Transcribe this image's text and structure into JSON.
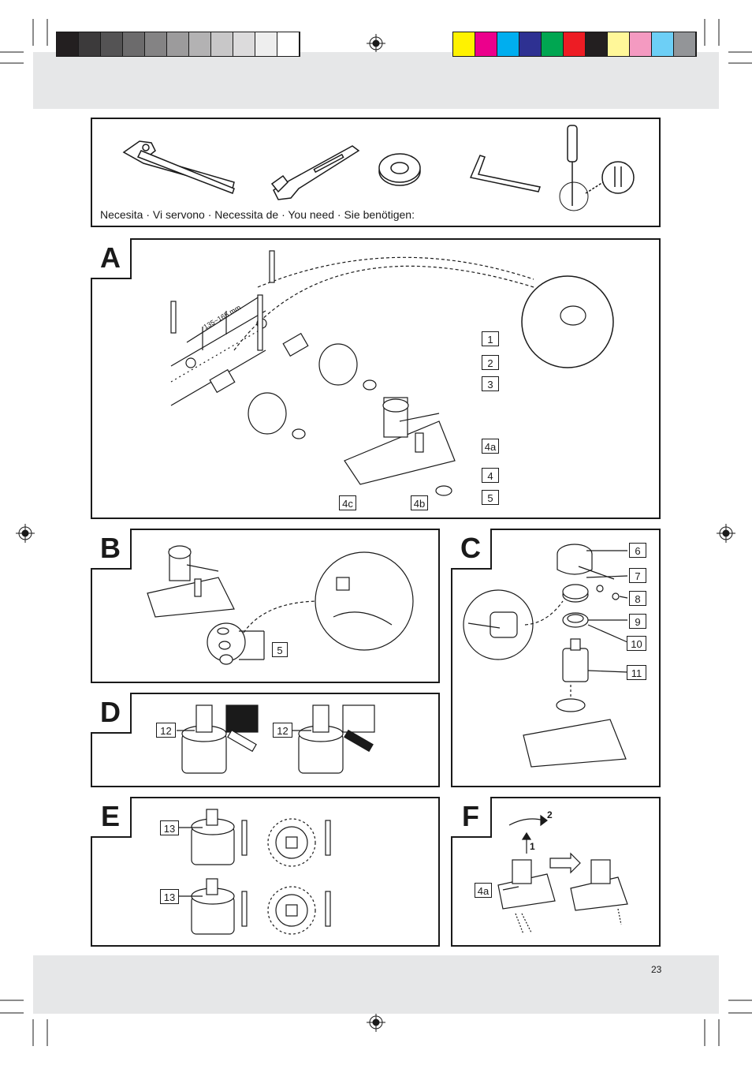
{
  "tools": {
    "need_text": "Necesita · Vi servono · Necessita de · You need · Sie benötigen:",
    "items": [
      "pliers-icon",
      "wrench-icon",
      "ptfe-tape-icon",
      "hex-key-icon",
      "screwdriver-icon"
    ]
  },
  "panels": [
    {
      "letter": "A",
      "labels": [
        {
          "t": "1"
        },
        {
          "t": "2"
        },
        {
          "t": "3"
        },
        {
          "t": "4a"
        },
        {
          "t": "4"
        },
        {
          "t": "5"
        },
        {
          "t": "4c"
        },
        {
          "t": "4b"
        }
      ],
      "measure": "135~165 mm"
    },
    {
      "letter": "B",
      "labels": [
        {
          "t": "5"
        }
      ]
    },
    {
      "letter": "C",
      "labels": [
        {
          "t": "6"
        },
        {
          "t": "7"
        },
        {
          "t": "8"
        },
        {
          "t": "9"
        },
        {
          "t": "10"
        },
        {
          "t": "11"
        }
      ]
    },
    {
      "letter": "D",
      "labels": [
        {
          "t": "12"
        },
        {
          "t": "12"
        }
      ]
    },
    {
      "letter": "E",
      "labels": [
        {
          "t": "13"
        },
        {
          "t": "13"
        }
      ]
    },
    {
      "letter": "F",
      "labels": [
        {
          "t": "4a"
        }
      ],
      "steps": [
        "1",
        "2"
      ]
    }
  ],
  "page_number": "23",
  "colors": {
    "grey_scale": [
      "#231f20",
      "#3c3a3b",
      "#545354",
      "#6c6b6c",
      "#848384",
      "#9c9b9c",
      "#b3b2b3",
      "#c8c7c8",
      "#dcdbdc",
      "#eeeeee",
      "#ffffff"
    ],
    "process": [
      "#fff200",
      "#ec008c",
      "#00aeef",
      "#2e3192",
      "#00a651",
      "#ed1c24",
      "#231f20",
      "#fff799",
      "#f49ac1",
      "#6dcff6",
      "#939598"
    ]
  }
}
